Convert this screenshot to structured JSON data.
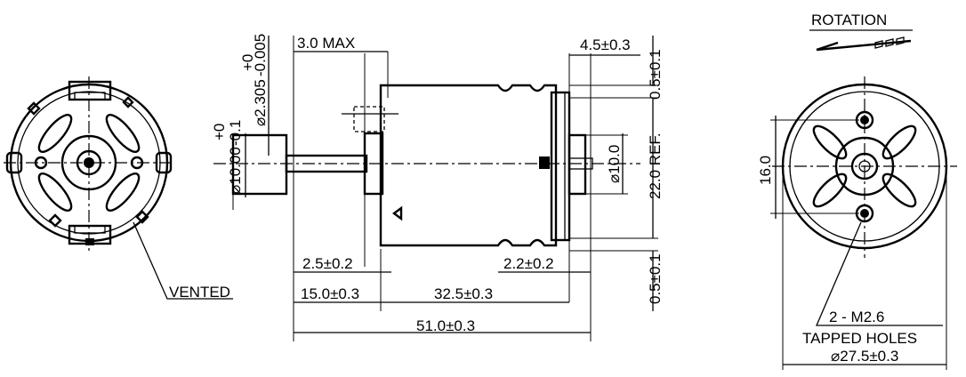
{
  "colors": {
    "ink": "#000000",
    "paper": "#ffffff"
  },
  "icons": {
    "rotation_arrow": "rotation-arrow-icon"
  },
  "labels": {
    "vented": "VENTED",
    "shaft_length_max": "3.0 MAX",
    "shaft_dia_tol_top": "+0",
    "shaft_dia": "⌀2.305",
    "shaft_dia_tol_bottom": "-0.005",
    "boss_dia_tol_top": "+0",
    "boss_dia": "⌀10.00",
    "boss_dia_tol_bottom": "-0.1",
    "rear_len": "4.5±0.3",
    "rear_gap_top": "0.5±0.1",
    "rear_boss": "⌀10.0",
    "body_height": "22.0 REF.",
    "rear_gap_bottom": "0.5±0.1",
    "front_boss_len": "2.5±0.2",
    "rear_face_len": "2.2±0.2",
    "shaft_len": "15.0±0.3",
    "body_len": "32.5±0.3",
    "total_len": "51.0±0.3",
    "rotation": "ROTATION",
    "hole_spacing": "16.0",
    "tapped_holes_count": "2 - M2.6",
    "tapped_holes": "TAPPED HOLES",
    "face_dia": "⌀27.5±0.3"
  }
}
